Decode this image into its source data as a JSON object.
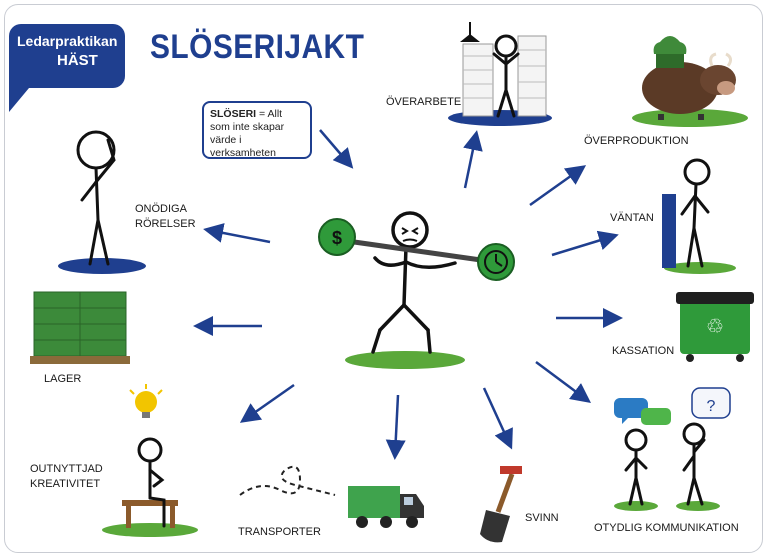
{
  "badge": {
    "line1": "Ledarpraktikan",
    "line2": "HÄST"
  },
  "title": "SLÖSERIJAKT",
  "definition": {
    "term": "SLÖSERI",
    "text": " = Allt som inte skapar värde i verksamheten"
  },
  "wastes": {
    "overarbete": "ÖVERARBETE",
    "overproduktion": "ÖVERPRODUKTION",
    "vantan": "VÄNTAN",
    "kassation": "KASSATION",
    "kommunikation": "OTYDLIG KOMMUNIKATION",
    "svinn": "SVINN",
    "transporter": "TRANSPORTER",
    "kreativitet_l1": "OUTNYTTJAD",
    "kreativitet_l2": "KREATIVITET",
    "lager": "LAGER",
    "rorelser_l1": "ONÖDIGA",
    "rorelser_l2": "RÖRELSER"
  },
  "icons": {
    "dollar": "$",
    "clock": "clock-icon",
    "recycle": "♲",
    "question": "?"
  },
  "colors": {
    "brand": "#1f3f8f",
    "grass": "#5aa83a",
    "disc": "#1f3f8f",
    "arrow": "#1f3f8f"
  }
}
